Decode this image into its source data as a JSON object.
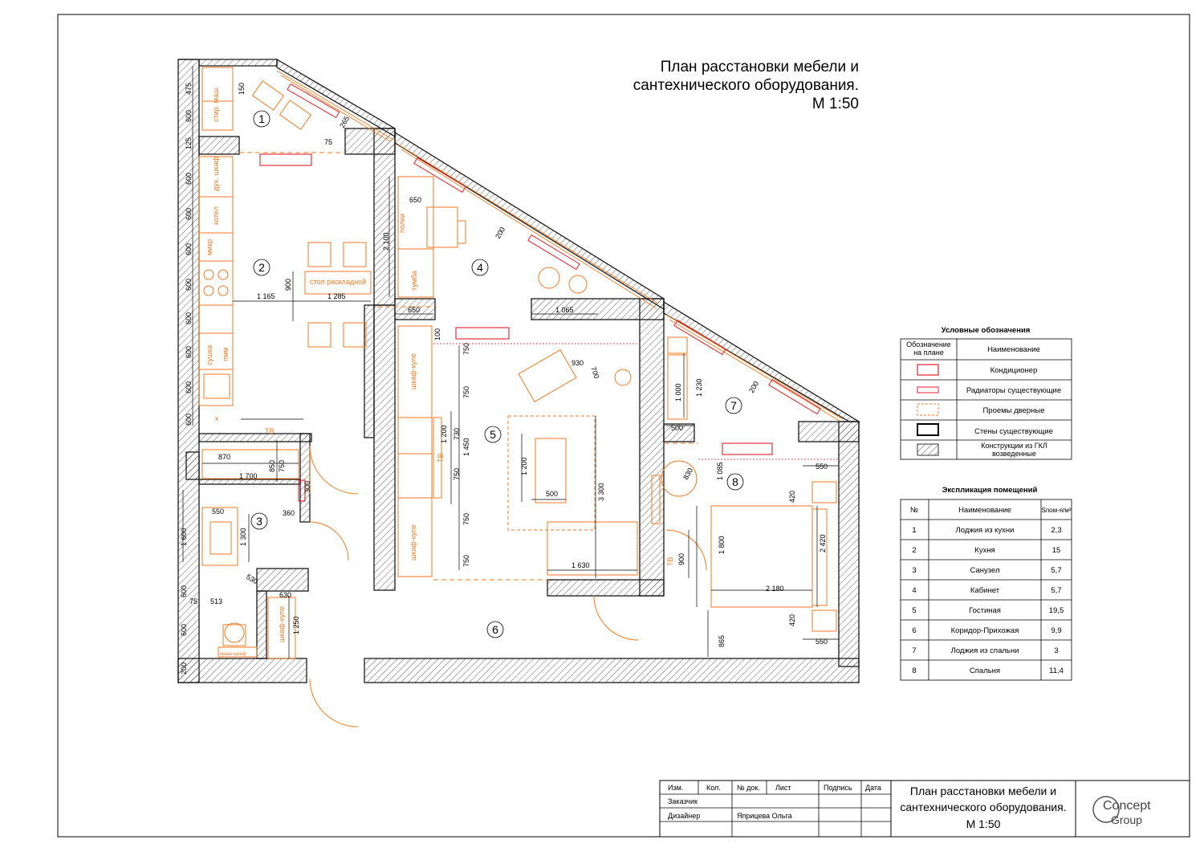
{
  "title": {
    "line1": "План расстановки мебели и",
    "line2": "сантехнического оборудования.",
    "scale": "М 1:50"
  },
  "colors": {
    "wall": "#1a1a1a",
    "furniture": "#f07a22",
    "conditioner": "#e0202a",
    "radiator": "#e0202a"
  },
  "room_numbers": [
    "1",
    "2",
    "3",
    "4",
    "5",
    "6",
    "7",
    "8"
  ],
  "furniture_labels": {
    "stir_mash": "стир. маш.",
    "dukh_shkaf": "дух. шкаф",
    "kotel": "котел",
    "mikr": "микр",
    "sushka": "сушка",
    "pmm": "пмм",
    "stol": "стол раскладной",
    "polki": "полки",
    "tumba": "тумба",
    "shkaf_kupe": "шкаф-купе",
    "tv": "ТВ",
    "nisha_shkaf": "ниша-шкаф",
    "x": "x"
  },
  "dimensions": {
    "d475": "475",
    "d600": "600",
    "d125": "125",
    "d150": "150",
    "d75": "75",
    "d265": "265",
    "d650": "650",
    "d2100": "2 100",
    "d200": "200",
    "d900": "900",
    "d1165": "1 165",
    "d1285": "1 285",
    "d1065": "1 065",
    "d100": "100",
    "d750": "750",
    "d930": "930",
    "d700": "700",
    "d1000": "1 000",
    "d1230": "1 230",
    "d500": "500",
    "d1200": "1 200",
    "d730": "730",
    "d1450": "1 450",
    "d3300": "3 300",
    "d1630": "1 630",
    "d870": "870",
    "d850": "850",
    "d1700": "1 700",
    "d300": "300",
    "d550": "550",
    "d360": "360",
    "d1600": "1 600",
    "d1300": "1 300",
    "d530": "530",
    "d630": "630",
    "d513": "513",
    "d1250": "1 250",
    "d1085": "1 085",
    "d830": "830",
    "d420": "420",
    "d1800": "1 800",
    "d2420": "2 420",
    "d2180": "2 180",
    "d865": "865"
  },
  "legend": {
    "title": "Условные обозначения",
    "head_symbol": "Обозначение на плане",
    "head_name": "Наименование",
    "rows": [
      "Кондиционер",
      "Радиаторы существующие",
      "Проемы дверные",
      "Стены существующие",
      "Конструкции из ГКЛ возведенные"
    ]
  },
  "explication": {
    "title": "Экспликация помещений",
    "head_no": "№",
    "head_name": "Наименование",
    "head_area": "Sпом-я/м²",
    "rows": [
      {
        "no": "1",
        "name": "Лоджия из кухни",
        "area": "2,3"
      },
      {
        "no": "2",
        "name": "Кухня",
        "area": "15"
      },
      {
        "no": "3",
        "name": "Санузел",
        "area": "5,7"
      },
      {
        "no": "4",
        "name": "Кабинет",
        "area": "5,7"
      },
      {
        "no": "5",
        "name": "Гостиная",
        "area": "19,5"
      },
      {
        "no": "6",
        "name": "Коридор-Прихожая",
        "area": "9,9"
      },
      {
        "no": "7",
        "name": "Лоджия из спальни",
        "area": "3"
      },
      {
        "no": "8",
        "name": "Спальня",
        "area": "11,4"
      }
    ]
  },
  "title_block": {
    "headers": [
      "Изм.",
      "Кол.",
      "№ док.",
      "Лист",
      "Подпись",
      "Дата"
    ],
    "customer_label": "Заказчик",
    "designer_label": "Дизайнер",
    "designer_name": "Яприцева Ольга",
    "drawing_title_1": "План расстановки мебели и",
    "drawing_title_2": "сантехнического оборудования.",
    "drawing_scale": "М 1:50",
    "logo_line1": "Concept",
    "logo_line2": "Group"
  }
}
